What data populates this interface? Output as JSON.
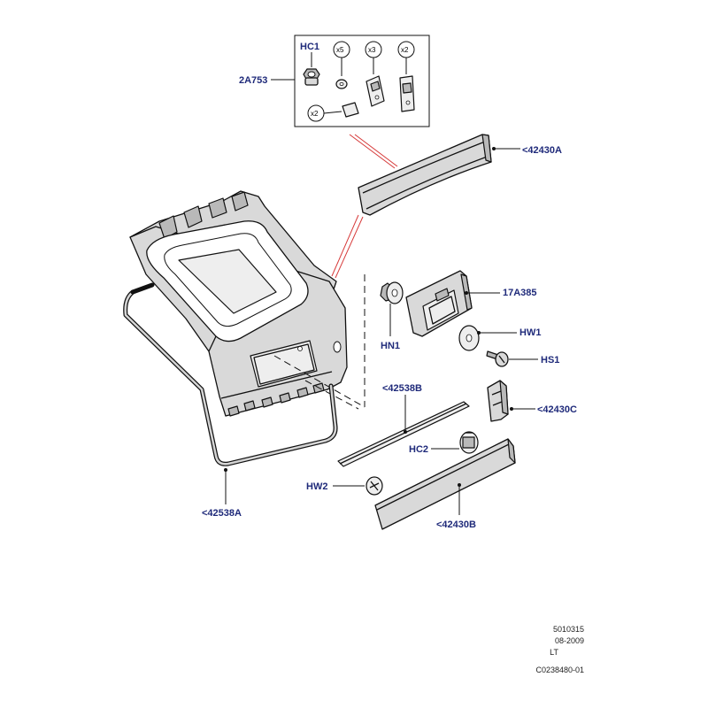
{
  "callouts": {
    "hc1": "HC1",
    "kit": "2A753",
    "spoiler_upper": "<42430A",
    "bracket": "17A385",
    "hw1": "HW1",
    "hs1": "HS1",
    "hn1": "HN1",
    "trim_right": "<42430C",
    "seal_strip": "<42538B",
    "hc2": "HC2",
    "hw2": "HW2",
    "trim_lower": "<42430B",
    "tailgate_seal": "<42538A"
  },
  "quantities": {
    "q_washer": "x5",
    "q_pad_a": "x3",
    "q_pad_b": "x2",
    "q_small_pad": "x2"
  },
  "footer": {
    "line1": "5010315",
    "line2": "08-2009",
    "line3": "LT",
    "line4": "C0238480-01"
  }
}
